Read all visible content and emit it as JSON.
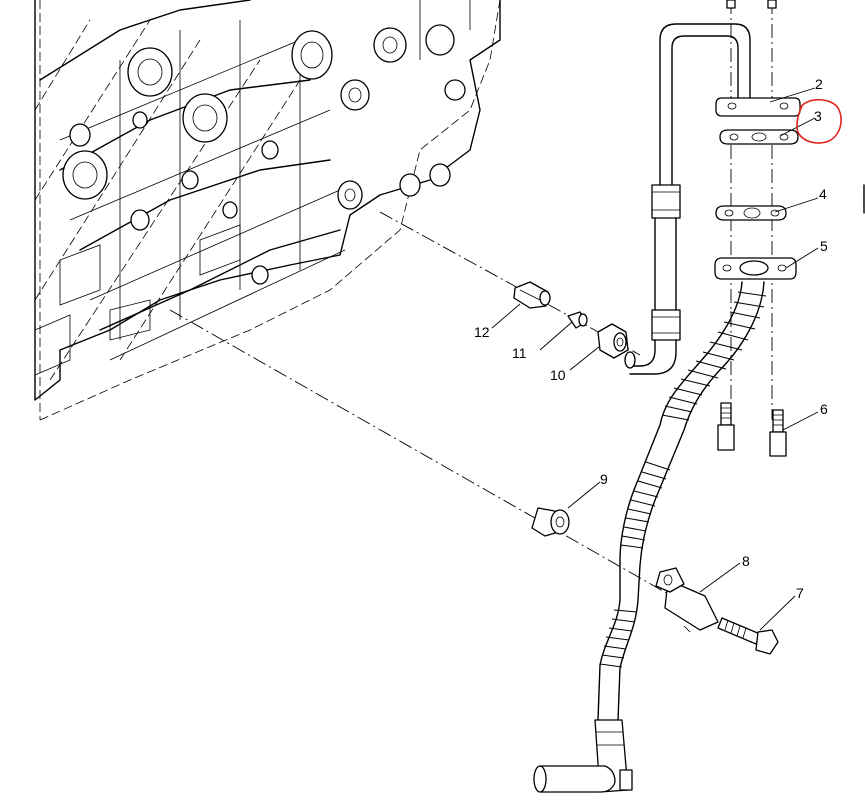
{
  "callouts": [
    {
      "id": "c2",
      "label": "2"
    },
    {
      "id": "c3",
      "label": "3",
      "highlighted": true
    },
    {
      "id": "c4",
      "label": "4"
    },
    {
      "id": "c5",
      "label": "5"
    },
    {
      "id": "c6",
      "label": "6"
    },
    {
      "id": "c7",
      "label": "7"
    },
    {
      "id": "c8",
      "label": "8"
    },
    {
      "id": "c9",
      "label": "9"
    },
    {
      "id": "c10",
      "label": "10"
    },
    {
      "id": "c11",
      "label": "11"
    },
    {
      "id": "c12",
      "label": "12"
    }
  ],
  "colors": {
    "line": "#000000",
    "background": "#ffffff",
    "highlight": "#e0231c"
  }
}
